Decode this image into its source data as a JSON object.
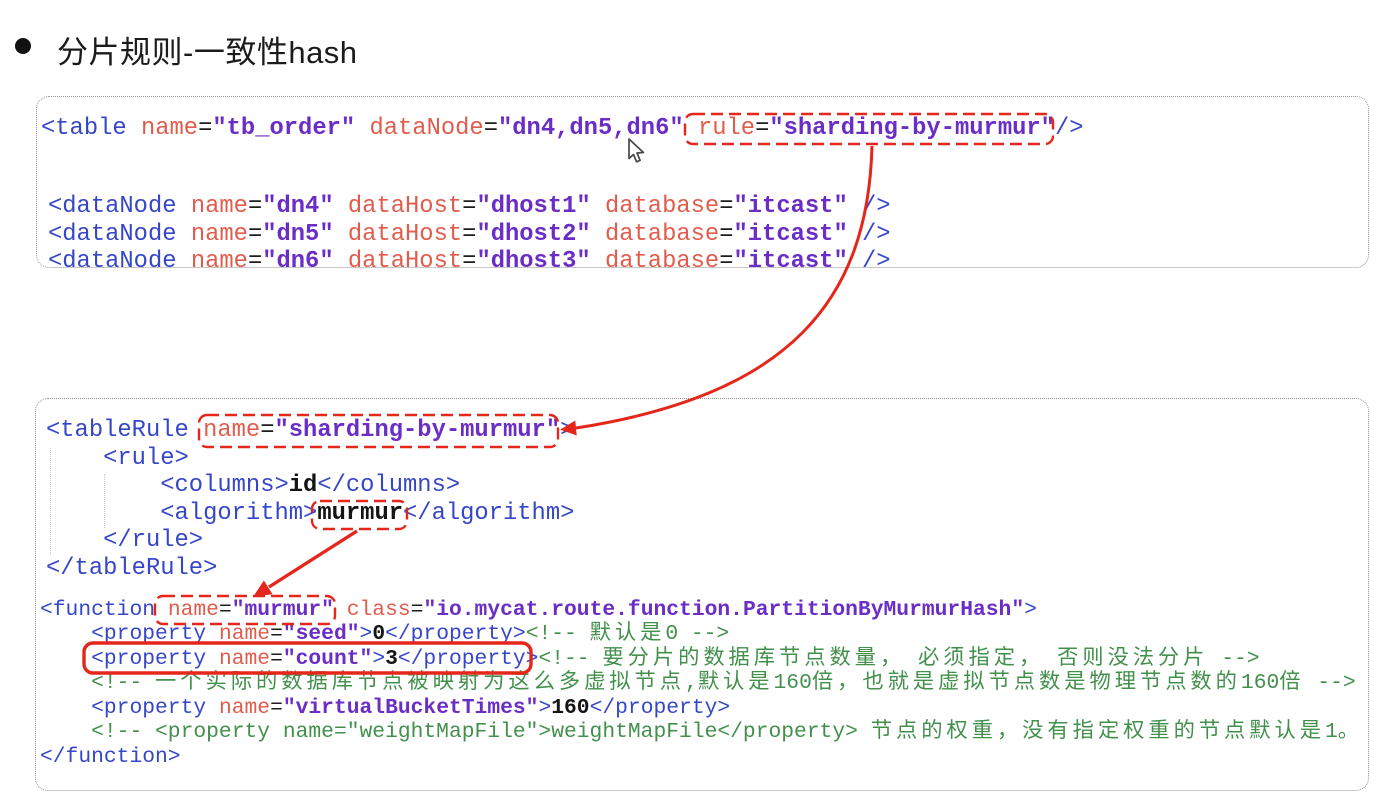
{
  "title": {
    "text": "分片规则-一致性hash",
    "bullet_icon": "filled-circle"
  },
  "colors": {
    "background": "#ffffff",
    "title_text": "#1b1b1b",
    "box_border": "#929292",
    "xml_tag": "#3646c8",
    "xml_attribute": "#e25c4c",
    "xml_value": "#6a2dc6",
    "xml_text": "#141414",
    "xml_comment": "#43904c",
    "annotation_red": "#e5261b"
  },
  "code_box_1": {
    "table_lines": [
      {
        "segments": [
          [
            "tag",
            "<table "
          ],
          [
            "attr",
            "name"
          ],
          [
            "eq",
            "="
          ],
          [
            "val",
            "\"tb_order\""
          ],
          [
            "pln",
            " "
          ],
          [
            "attr",
            "dataNode"
          ],
          [
            "eq",
            "="
          ],
          [
            "val",
            "\"dn4,dn5,dn6\""
          ],
          [
            "pln",
            " "
          ],
          [
            "attr",
            "rule"
          ],
          [
            "eq",
            "="
          ],
          [
            "val",
            "\"sharding-by-murmur\""
          ],
          [
            "tag",
            "/>"
          ]
        ]
      }
    ],
    "datanode_lines": [
      {
        "segments": [
          [
            "tag",
            "<dataNode "
          ],
          [
            "attr",
            "name"
          ],
          [
            "eq",
            "="
          ],
          [
            "val",
            "\"dn4\""
          ],
          [
            "pln",
            " "
          ],
          [
            "attr",
            "dataHost"
          ],
          [
            "eq",
            "="
          ],
          [
            "val",
            "\"dhost1\""
          ],
          [
            "pln",
            " "
          ],
          [
            "attr",
            "database"
          ],
          [
            "eq",
            "="
          ],
          [
            "val",
            "\"itcast\""
          ],
          [
            "pln",
            " "
          ],
          [
            "tag",
            "/>"
          ]
        ]
      },
      {
        "segments": [
          [
            "tag",
            "<dataNode "
          ],
          [
            "attr",
            "name"
          ],
          [
            "eq",
            "="
          ],
          [
            "val",
            "\"dn5\""
          ],
          [
            "pln",
            " "
          ],
          [
            "attr",
            "dataHost"
          ],
          [
            "eq",
            "="
          ],
          [
            "val",
            "\"dhost2\""
          ],
          [
            "pln",
            " "
          ],
          [
            "attr",
            "database"
          ],
          [
            "eq",
            "="
          ],
          [
            "val",
            "\"itcast\""
          ],
          [
            "pln",
            " "
          ],
          [
            "tag",
            "/>"
          ]
        ]
      },
      {
        "segments": [
          [
            "tag",
            "<dataNode "
          ],
          [
            "attr",
            "name"
          ],
          [
            "eq",
            "="
          ],
          [
            "val",
            "\"dn6\""
          ],
          [
            "pln",
            " "
          ],
          [
            "attr",
            "dataHost"
          ],
          [
            "eq",
            "="
          ],
          [
            "val",
            "\"dhost3\""
          ],
          [
            "pln",
            " "
          ],
          [
            "attr",
            "database"
          ],
          [
            "eq",
            "="
          ],
          [
            "val",
            "\"itcast\""
          ],
          [
            "pln",
            " "
          ],
          [
            "tag",
            "/>"
          ]
        ]
      }
    ]
  },
  "code_box_2": {
    "tablerule_lines": [
      {
        "segments": [
          [
            "tag",
            "<tableRule "
          ],
          [
            "attr",
            "name"
          ],
          [
            "eq",
            "="
          ],
          [
            "val",
            "\"sharding-by-murmur\""
          ],
          [
            "tag",
            ">"
          ]
        ]
      },
      {
        "segments": [
          [
            "tag",
            "    <rule>"
          ]
        ]
      },
      {
        "segments": [
          [
            "tag",
            "        <columns>"
          ],
          [
            "txt",
            "id"
          ],
          [
            "tag",
            "</columns>"
          ]
        ]
      },
      {
        "segments": [
          [
            "tag",
            "        <algorithm>"
          ],
          [
            "txt",
            "murmur"
          ],
          [
            "tag",
            "</algorithm>"
          ]
        ]
      },
      {
        "segments": [
          [
            "tag",
            "    </rule>"
          ]
        ]
      },
      {
        "segments": [
          [
            "tag",
            "</tableRule>"
          ]
        ]
      }
    ],
    "function_lines": [
      {
        "segments": [
          [
            "tag",
            "<function "
          ],
          [
            "attr",
            "name"
          ],
          [
            "eq",
            "="
          ],
          [
            "val",
            "\"murmur\""
          ],
          [
            "pln",
            " "
          ],
          [
            "attr",
            "class"
          ],
          [
            "eq",
            "="
          ],
          [
            "val",
            "\"io.mycat.route.function.PartitionByMurmurHash\""
          ],
          [
            "tag",
            ">"
          ]
        ]
      },
      {
        "segments": [
          [
            "tag",
            "    <property "
          ],
          [
            "attr",
            "name"
          ],
          [
            "eq",
            "="
          ],
          [
            "val",
            "\"seed\""
          ],
          [
            "tag",
            ">"
          ],
          [
            "txt",
            "0"
          ],
          [
            "tag",
            "</property>"
          ],
          [
            "com",
            "<!-- 默认是0 -->"
          ]
        ]
      },
      {
        "segments": [
          [
            "tag",
            "    <property "
          ],
          [
            "attr",
            "name"
          ],
          [
            "eq",
            "="
          ],
          [
            "val",
            "\"count\""
          ],
          [
            "tag",
            ">"
          ],
          [
            "txt",
            "3"
          ],
          [
            "tag",
            "</property>"
          ],
          [
            "com",
            "<!-- 要分片的数据库节点数量， 必须指定， 否则没法分片 -->"
          ]
        ]
      },
      {
        "segments": [
          [
            "com",
            "    <!-- 一个实际的数据库节点被映射为这么多虚拟节点,默认是160倍，也就是虚拟节点数是物理节点数的160倍 -->"
          ]
        ]
      },
      {
        "segments": [
          [
            "tag",
            "    <property "
          ],
          [
            "attr",
            "name"
          ],
          [
            "eq",
            "="
          ],
          [
            "val",
            "\"virtualBucketTimes\""
          ],
          [
            "tag",
            ">"
          ],
          [
            "txt",
            "160"
          ],
          [
            "tag",
            "</property>"
          ]
        ]
      },
      {
        "segments": [
          [
            "com",
            "    <!-- <property name=\"weightMapFile\">weightMapFile</property> 节点的权重，没有指定权重的节点默认是1。"
          ]
        ]
      },
      {
        "segments": [
          [
            "tag",
            "</function>"
          ]
        ]
      }
    ]
  },
  "annotations": {
    "accent_color": "#e5261b",
    "highlight_boxes": [
      {
        "name": "rule-attr-highlight",
        "style": "dashed",
        "around": "rule=\"sharding-by-murmur\""
      },
      {
        "name": "tablerule-name-highlight",
        "style": "dashed",
        "around": "name=\"sharding-by-murmur\""
      },
      {
        "name": "algorithm-murmur-highlight",
        "style": "dashed",
        "around": "murmur"
      },
      {
        "name": "function-name-highlight",
        "style": "dashed",
        "around": "name=\"murmur\""
      },
      {
        "name": "count-property-highlight",
        "style": "solid",
        "around": "<property name=\"count\">3</property>"
      }
    ],
    "arrows": [
      {
        "name": "rule-to-tablerule-arrow",
        "from": "rule attribute",
        "to": "tableRule name"
      },
      {
        "name": "algorithm-to-function-arrow",
        "from": "algorithm murmur",
        "to": "function name"
      }
    ]
  }
}
